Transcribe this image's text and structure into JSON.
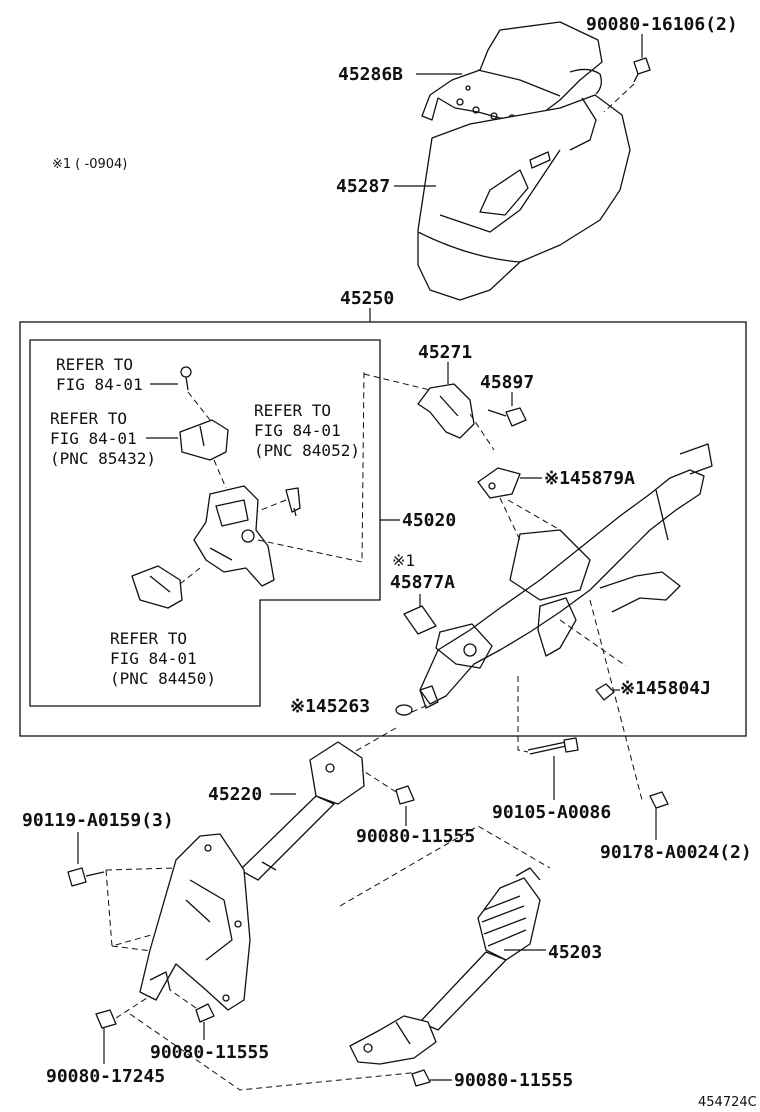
{
  "note": "※1 (   -0904)",
  "diagram_id": "454724C",
  "groups": {
    "column_assy": "45250",
    "lock_assy": "45020"
  },
  "refs": {
    "r1": {
      "line1": "REFER TO",
      "line2": "FIG 84-01",
      "line3": ""
    },
    "r2": {
      "line1": "REFER TO",
      "line2": "FIG 84-01",
      "line3": "(PNC 85432)"
    },
    "r3": {
      "line1": "REFER TO",
      "line2": "FIG 84-01",
      "line3": "(PNC 84052)"
    },
    "r4": {
      "line1": "REFER TO",
      "line2": "FIG 84-01",
      "line3": "(PNC 84450)"
    }
  },
  "parts": {
    "p90080_16106": "90080-16106(2)",
    "p45286B": "45286B",
    "p45287": "45287",
    "p45271": "45271",
    "p45897": "45897",
    "p45879A": "※145879A",
    "p45877A_mark": "※1",
    "p45877A": "45877A",
    "p45804J": "※145804J",
    "p45263": "※145263",
    "p45220": "45220",
    "p90105_A0086": "90105-A0086",
    "p90119_A0159": "90119-A0159(3)",
    "p90080_11555_a": "90080-11555",
    "p90178_A0024": "90178-A0024(2)",
    "p45203": "45203",
    "p90080_11555_b": "90080-11555",
    "p90080_17245": "90080-17245",
    "p90080_11555_c": "90080-11555"
  }
}
